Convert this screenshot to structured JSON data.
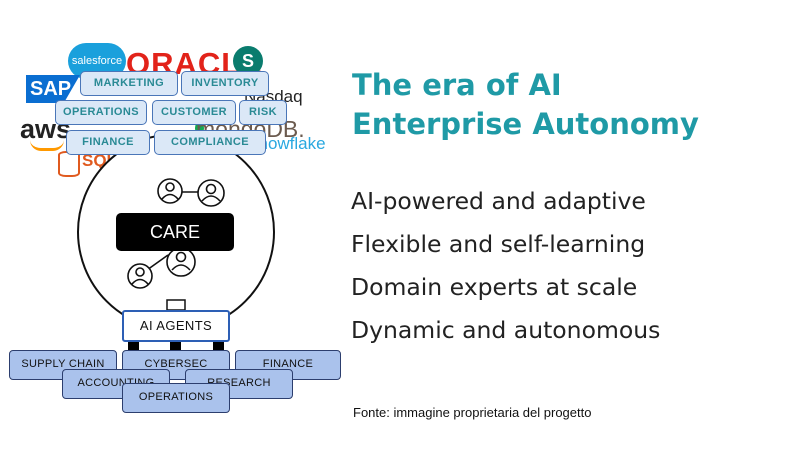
{
  "title": {
    "line1": "The era of AI",
    "line2": "Enterprise Autonomy"
  },
  "bullets": [
    "AI-powered and adaptive",
    "Flexible and self-learning",
    "Domain experts at scale",
    "Dynamic and autonomous"
  ],
  "source": "Fonte: immagine proprietaria del progetto",
  "logos": {
    "salesforce": "salesforce",
    "oracle": "ORACLE",
    "sharepoint": "S",
    "sap": "SAP",
    "nasdaq": "Nasdaq",
    "aws": "aws",
    "mongodb": "mongoDB.",
    "snowflake": "snowflake",
    "sql": "SQL"
  },
  "top_tags": {
    "marketing": "MARKETING",
    "inventory": "INVENTORY",
    "operations": "OPERATIONS",
    "customer": "CUSTOMER",
    "risk": "RISK",
    "finance": "FINANCE",
    "compliance": "COMPLIANCE"
  },
  "care_label": "CARE",
  "agents_label": "AI AGENTS",
  "bottom_tags": {
    "supply_chain": "SUPPLY CHAIN",
    "cybersec": "CYBERSEC",
    "finance": "FINANCE",
    "accounting": "ACCOUNTING",
    "research": "RESEARCH",
    "operations": "OPERATIONS"
  },
  "colors": {
    "title": "#1f9aa6",
    "tag_fill": "#dbe8f7",
    "tag_text": "#2a8a95",
    "bottom_tag_fill": "#aac2ec",
    "agents_border": "#2d5fb5"
  }
}
